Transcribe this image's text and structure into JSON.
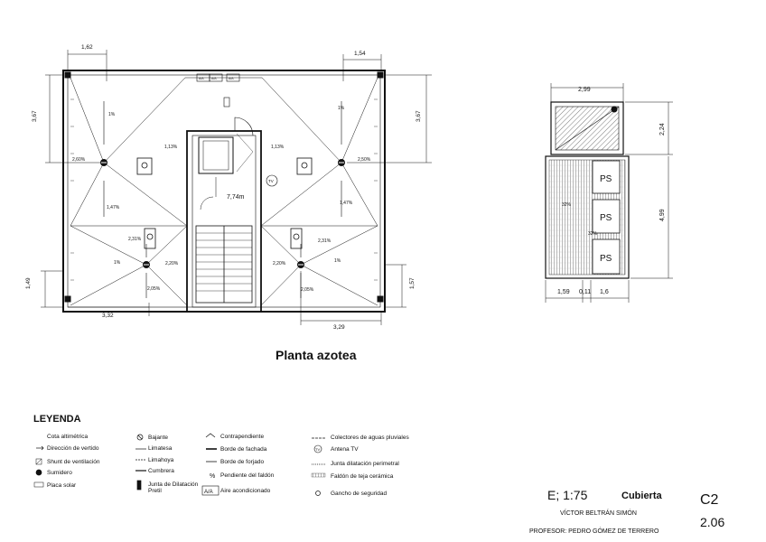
{
  "plan": {
    "title": "Planta azotea",
    "dims": {
      "top_left": "1,62",
      "top_right": "1,54",
      "left_upper": "3,67",
      "right_upper": "3,67",
      "left_lower": "1,49",
      "right_lower": "1,57",
      "bottom_left": "3,32",
      "bottom_right": "3,29"
    },
    "slopes": {
      "s1": "1%",
      "s2": "1%",
      "s3": "2,60%",
      "s4": "2,50%",
      "s5": "1,13%",
      "s6": "1,13%",
      "s7": "1,47%",
      "s8": "1,47%",
      "s9": "2,31%",
      "s10": "2,31%",
      "s11": "1%",
      "s12": "1%",
      "s13": "2,20%",
      "s14": "2,20%",
      "s15": "2,05%",
      "s16": "2,05%"
    },
    "elevation": "7,74m",
    "aa_labels": [
      "A/A",
      "A/A",
      "A/A"
    ],
    "tv_label": "TV"
  },
  "side": {
    "dims": {
      "top": "2,99",
      "upper": "2,24",
      "lower": "4,99",
      "b1": "1,59",
      "b2": "0,11",
      "b3": "1,6"
    },
    "ps": [
      "PS",
      "PS",
      "PS"
    ],
    "slope_a": "32%",
    "slope_b": "32%"
  },
  "legend": {
    "title": "LEYENDA",
    "col1": [
      "Cota altimétrica",
      "Dirección de vertido",
      "Shunt de ventilación",
      "Sumidero",
      "Placa solar"
    ],
    "col2": [
      "Bajante",
      "Limatesa",
      "Limahoya",
      "Cumbrera",
      "Junta de Dilatación Pretil"
    ],
    "col3": [
      "Contrapendiente",
      "Borde de fachada",
      "Borde de forjado",
      "Pendiente del faldón",
      "Aire acondicionado"
    ],
    "col4": [
      "Colectores de aguas pluviales",
      "Antena TV",
      "Junta dilatación perimetral",
      "Faldón de teja cerámica",
      "Gancho de seguridad"
    ],
    "aa_symbol": "A/A",
    "tv_symbol": "TV",
    "percent_symbol": "%"
  },
  "titleblock": {
    "scale": "E; 1:75",
    "subject": "Cubierta",
    "author": "VÍCTOR BELTRÁN SIMÓN",
    "professor": "PROFESOR: PEDRO GÓMEZ DE TERRERO",
    "code": "C2",
    "sheet": "2.06"
  }
}
